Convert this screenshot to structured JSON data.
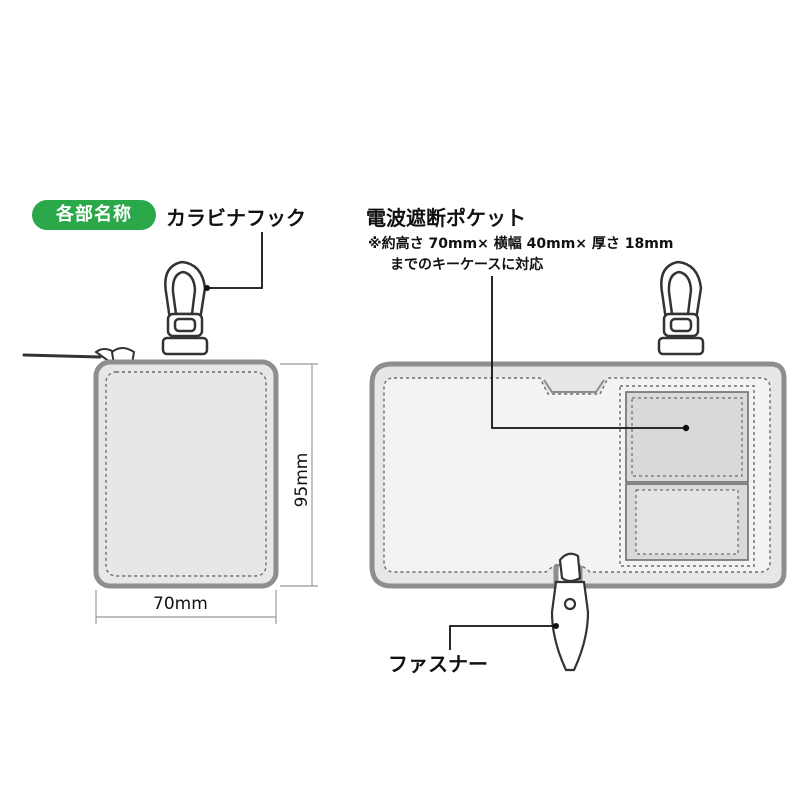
{
  "badge": {
    "label": "各部名称",
    "color": "#2aa84a"
  },
  "labels": {
    "carabiner": "カラビナフック",
    "pocket_title": "電波遮断ポケット",
    "pocket_note_1": "※約高さ 70mm× 横幅 40mm× 厚さ 18mm",
    "pocket_note_2": "までのキーケースに対応",
    "zipper": "ファスナー"
  },
  "dimensions": {
    "height": "95mm",
    "width": "70mm"
  },
  "colors": {
    "case_fill": "#e7e7e7",
    "case_edge": "#8e8e8e",
    "inner_fill": "#efefef",
    "pocket_fill": "#d9d9d9",
    "stitch": "#6d6d6d",
    "metal": "#ffffff",
    "accent": "#2aa84a"
  }
}
